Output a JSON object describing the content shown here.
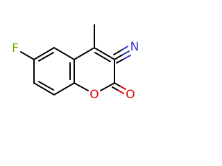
{
  "molecule": {
    "atoms": {
      "fluorine": {
        "symbol": "F",
        "color": "#6cb400"
      },
      "nitrile_nitrogen": {
        "symbol": "N",
        "color": "#3838c8"
      },
      "ring_oxygen": {
        "symbol": "O",
        "color": "#e00000"
      },
      "carbonyl_oxygen": {
        "symbol": "O",
        "color": "#e00000"
      }
    },
    "bond_color": "#000000",
    "background": "#ffffff"
  }
}
